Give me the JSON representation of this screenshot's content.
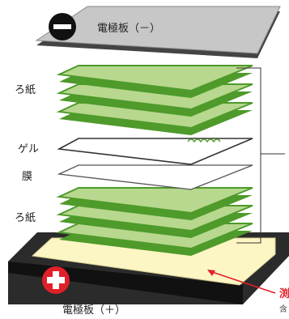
{
  "labels": {
    "electrode_top": "電極板（－）",
    "filter_paper_top": "ろ紙",
    "gel": "ゲル",
    "membrane": "膜",
    "filter_paper_bottom": "ろ紙",
    "electrode_bottom": "電極板（＋）",
    "cut_red": "渕",
    "cut_small": "含"
  },
  "symbols": {
    "minus": "minus-icon",
    "plus": "plus-icon"
  },
  "colors": {
    "electrode_top": "#c7c7c7",
    "filter_paper_green": "#b7d88e",
    "filter_paper_edge": "#4e9a2a",
    "gel": "#ffffff",
    "membrane": "#ffffff",
    "electrode_bottom_frame": "#222222",
    "electrode_bottom_fill": "#fcf5c4",
    "accent_red": "#e0202a"
  }
}
